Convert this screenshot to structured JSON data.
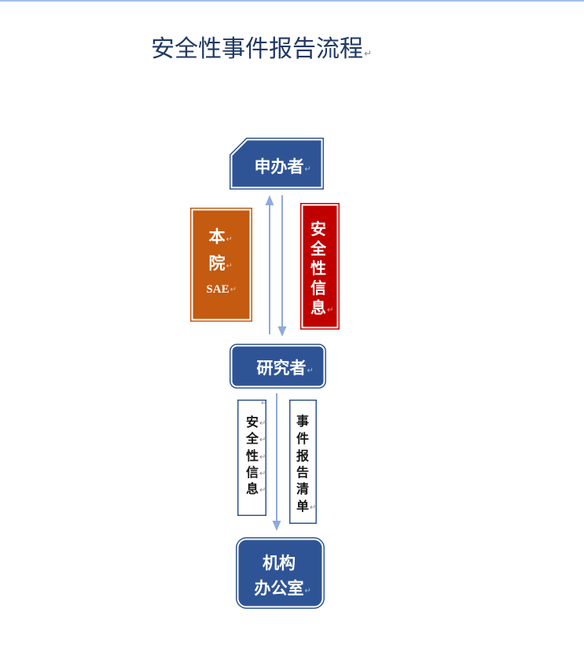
{
  "document": {
    "title": "安全性事件报告流程",
    "paragraph_mark": "↵"
  },
  "flowchart": {
    "sponsor": {
      "label": "申办者"
    },
    "hospital_sae": {
      "lines": [
        "本",
        "院",
        "SAE"
      ]
    },
    "safety_info_red": {
      "lines": [
        "安",
        "全",
        "性",
        "信",
        "息"
      ]
    },
    "investigator": {
      "label": "研究者"
    },
    "safety_info_white": {
      "lines": [
        "安",
        "全",
        "性",
        "信",
        "息"
      ]
    },
    "event_report_list": {
      "lines": [
        "事",
        "件",
        "报",
        "告",
        "清",
        "单"
      ]
    },
    "institution_office": {
      "lines": [
        "机构",
        "办公室"
      ]
    }
  },
  "colors": {
    "title": "#203864",
    "node_blue": "#2f5496",
    "node_orange": "#c55a11",
    "node_red": "#c00000",
    "arrow": "#8faadc",
    "page_edge": "#a3bfe8",
    "box_border": "#2f5496"
  }
}
